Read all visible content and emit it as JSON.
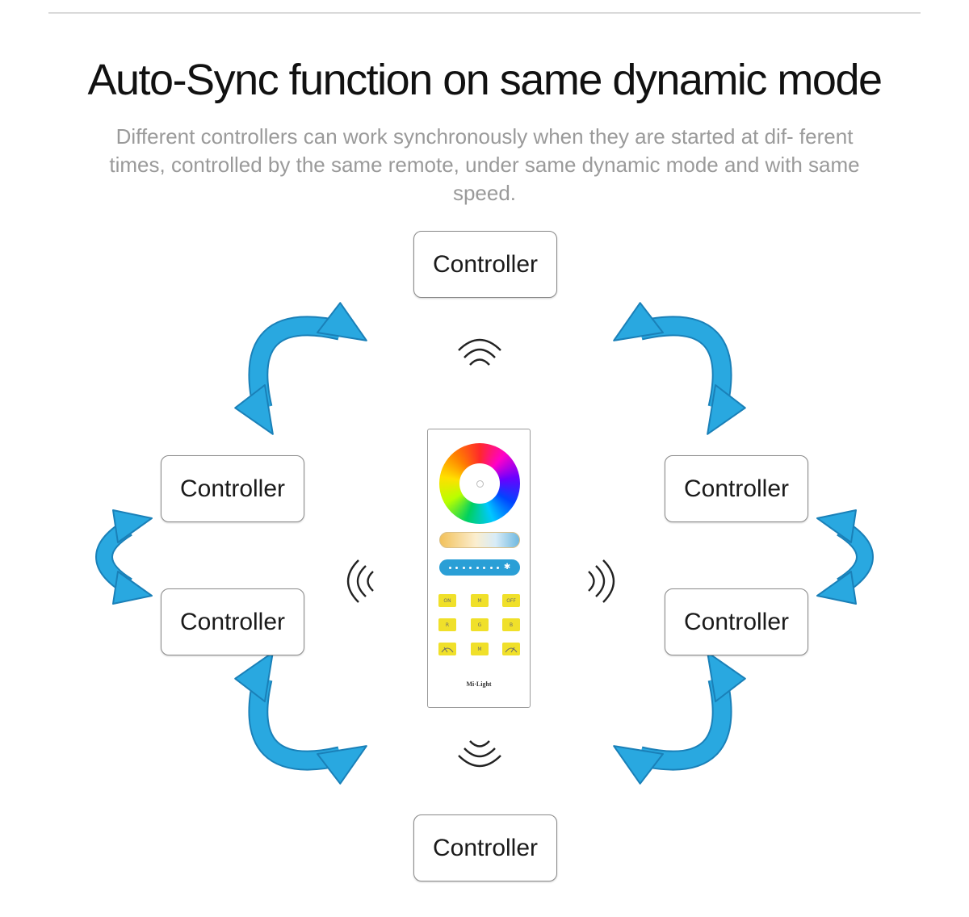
{
  "title": "Auto-Sync function on same dynamic mode",
  "subtitle": "Different controllers can work synchronously when they are started at dif- ferent times, controlled by the same remote, under same dynamic mode and with same speed.",
  "controller_label": "Controller",
  "remote": {
    "buttons": [
      "ON",
      "M",
      "OFF",
      "R",
      "G",
      "B",
      "",
      "M",
      ""
    ],
    "brand": "Mi·Light"
  },
  "colors": {
    "arrow_fill": "#29a8e0",
    "arrow_stroke": "#1a80b8",
    "button_yellow": "#f0e02a",
    "brightness_bar": "#2a9fd6",
    "text_gray": "#9a9a9a"
  },
  "icons": [
    "wireless-signal-icon",
    "double-headed-curved-arrow-icon",
    "color-wheel-icon",
    "sun-icon"
  ]
}
